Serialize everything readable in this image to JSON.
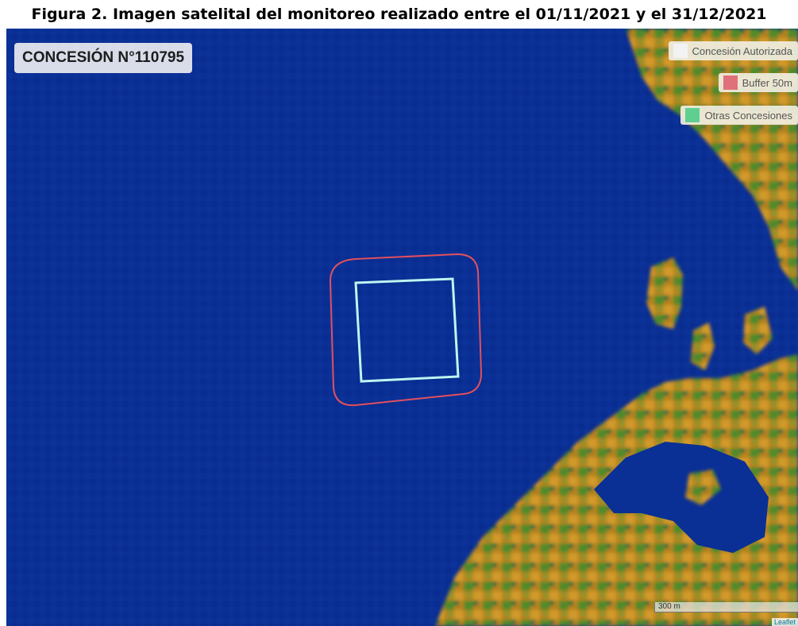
{
  "figure": {
    "caption": "Figura 2. Imagen satelital del monitoreo realizado entre el 01/11/2021 y el 31/12/2021"
  },
  "map": {
    "title": "CONCESIÓN N°110795",
    "water_color": "#0a2f95",
    "land_colors": [
      "#1f6e3a",
      "#4f8a2c",
      "#b8821f",
      "#d29a2a"
    ],
    "legend": [
      {
        "label": "Concesión Autorizada",
        "color": "#f2f2f2"
      },
      {
        "label": "Buffer 50m",
        "color": "#e0707a"
      },
      {
        "label": "Otras Concesiones",
        "color": "#5fcf8f"
      }
    ],
    "concession_outline_color": "#bff5ef",
    "buffer_outline_color": "#e0505e",
    "scale_label": "300 m",
    "attribution": "Leaflet"
  }
}
